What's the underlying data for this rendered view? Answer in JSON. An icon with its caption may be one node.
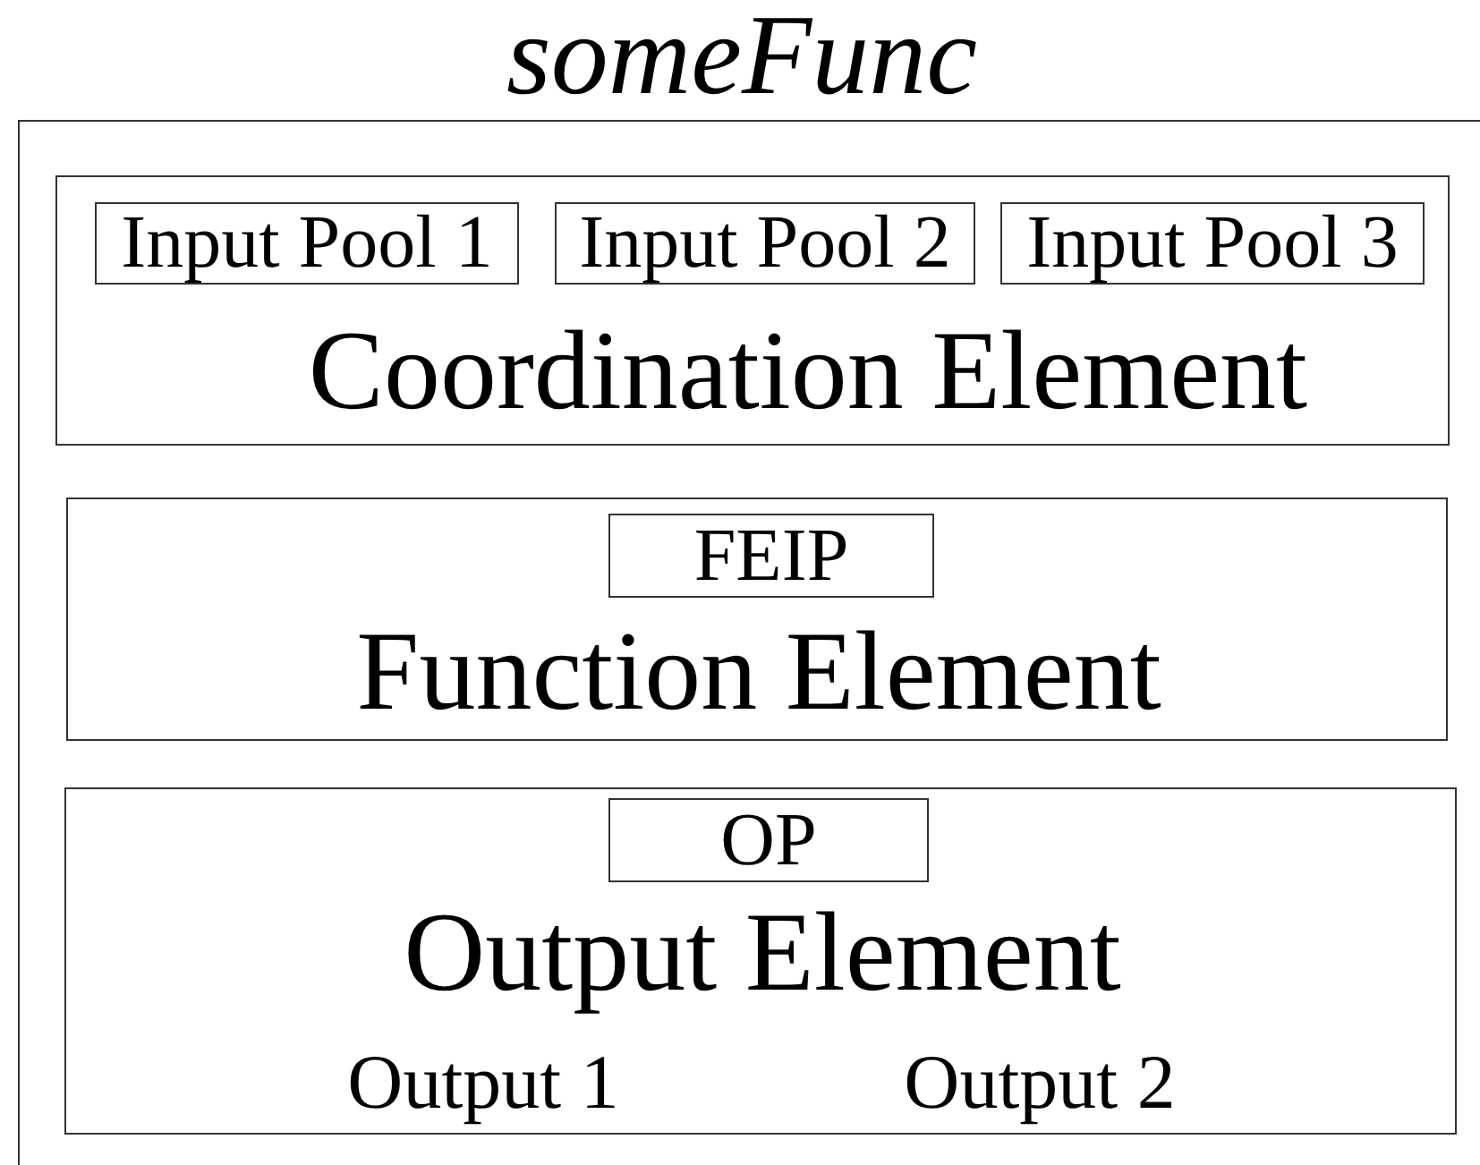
{
  "diagram": {
    "nodes": [
      {
        "text": [
          "someFunc"
        ]
      },
      {
        "text": [
          "Coordination Element"
        ],
        "in": 0
      },
      {
        "text": [
          "Input Pool 1"
        ],
        "in": 1
      },
      {
        "text": [
          "Input Pool 2"
        ],
        "in": 1
      },
      {
        "text": [
          "Input Pool 3"
        ],
        "in": 1
      },
      {
        "text": [
          "Function Element"
        ],
        "in": 0
      },
      {
        "text": [
          "FEIP"
        ],
        "in": 5
      },
      {
        "text": [
          "Output Element",
          "Output 1",
          "Output 2"
        ],
        "in": 0
      },
      {
        "text": [
          "OP"
        ],
        "in": 7
      }
    ]
  }
}
